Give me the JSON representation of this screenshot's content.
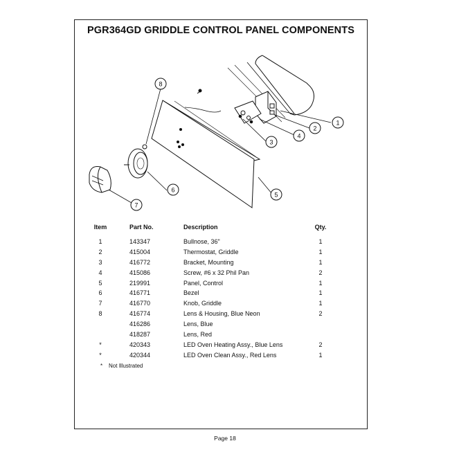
{
  "title": "PGR364GD GRIDDLE CONTROL PANEL COMPONENTS",
  "callouts": [
    "1",
    "2",
    "3",
    "4",
    "5",
    "6",
    "7",
    "8"
  ],
  "table": {
    "headers": {
      "item": "Item",
      "part_no": "Part No.",
      "description": "Description",
      "qty": "Qty."
    },
    "rows": [
      {
        "item": "1",
        "part_no": "143347",
        "description": "Bullnose, 36\"",
        "qty": "1"
      },
      {
        "item": "2",
        "part_no": "415004",
        "description": "Thermostat, Griddle",
        "qty": "1"
      },
      {
        "item": "3",
        "part_no": "416772",
        "description": "Bracket, Mounting",
        "qty": "1"
      },
      {
        "item": "4",
        "part_no": "415086",
        "description": "Screw, #6 x 32 Phil Pan",
        "qty": "2"
      },
      {
        "item": "5",
        "part_no": "219991",
        "description": "Panel, Control",
        "qty": "1"
      },
      {
        "item": "6",
        "part_no": "416771",
        "description": "Bezel",
        "qty": "1"
      },
      {
        "item": "7",
        "part_no": "416770",
        "description": "Knob, Griddle",
        "qty": "1"
      },
      {
        "item": "8",
        "part_no": "416774",
        "description": "Lens & Housing, Blue Neon",
        "qty": "2"
      },
      {
        "item": "",
        "part_no": "416286",
        "description": "Lens, Blue",
        "qty": ""
      },
      {
        "item": "",
        "part_no": "418287",
        "description": "Lens, Red",
        "qty": ""
      },
      {
        "item": "*",
        "part_no": "420343",
        "description": "LED Oven Heating Assy., Blue Lens",
        "qty": "2"
      },
      {
        "item": "*",
        "part_no": "420344",
        "description": "LED Oven Clean Assy., Red Lens",
        "qty": "1"
      }
    ]
  },
  "footnote": {
    "mark": "*",
    "text": "Not Illustrated"
  },
  "page_number": "Page 18"
}
